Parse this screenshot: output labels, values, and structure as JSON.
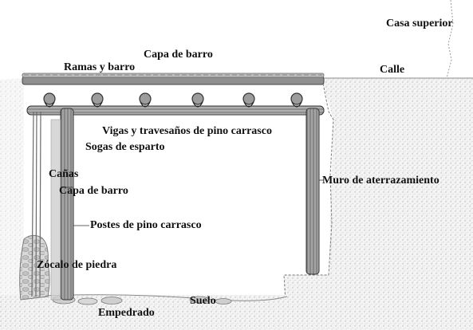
{
  "diagram": {
    "labels": {
      "casa_superior": "Casa superior",
      "capa_de_barro_top": "Capa de barro",
      "ramas_y_barro": "Ramas y barro",
      "calle": "Calle",
      "vigas": "Vigas y travesaños de pino carrasco",
      "sogas": "Sogas de esparto",
      "canas": "Cañas",
      "capa_de_barro_side": "Capa de barro",
      "muro": "Muro de aterrazamiento",
      "postes": "Postes de pino carrasco",
      "zocalo": "Zócalo de piedra",
      "suelo": "Suelo",
      "empedrado": "Empedrado"
    }
  }
}
